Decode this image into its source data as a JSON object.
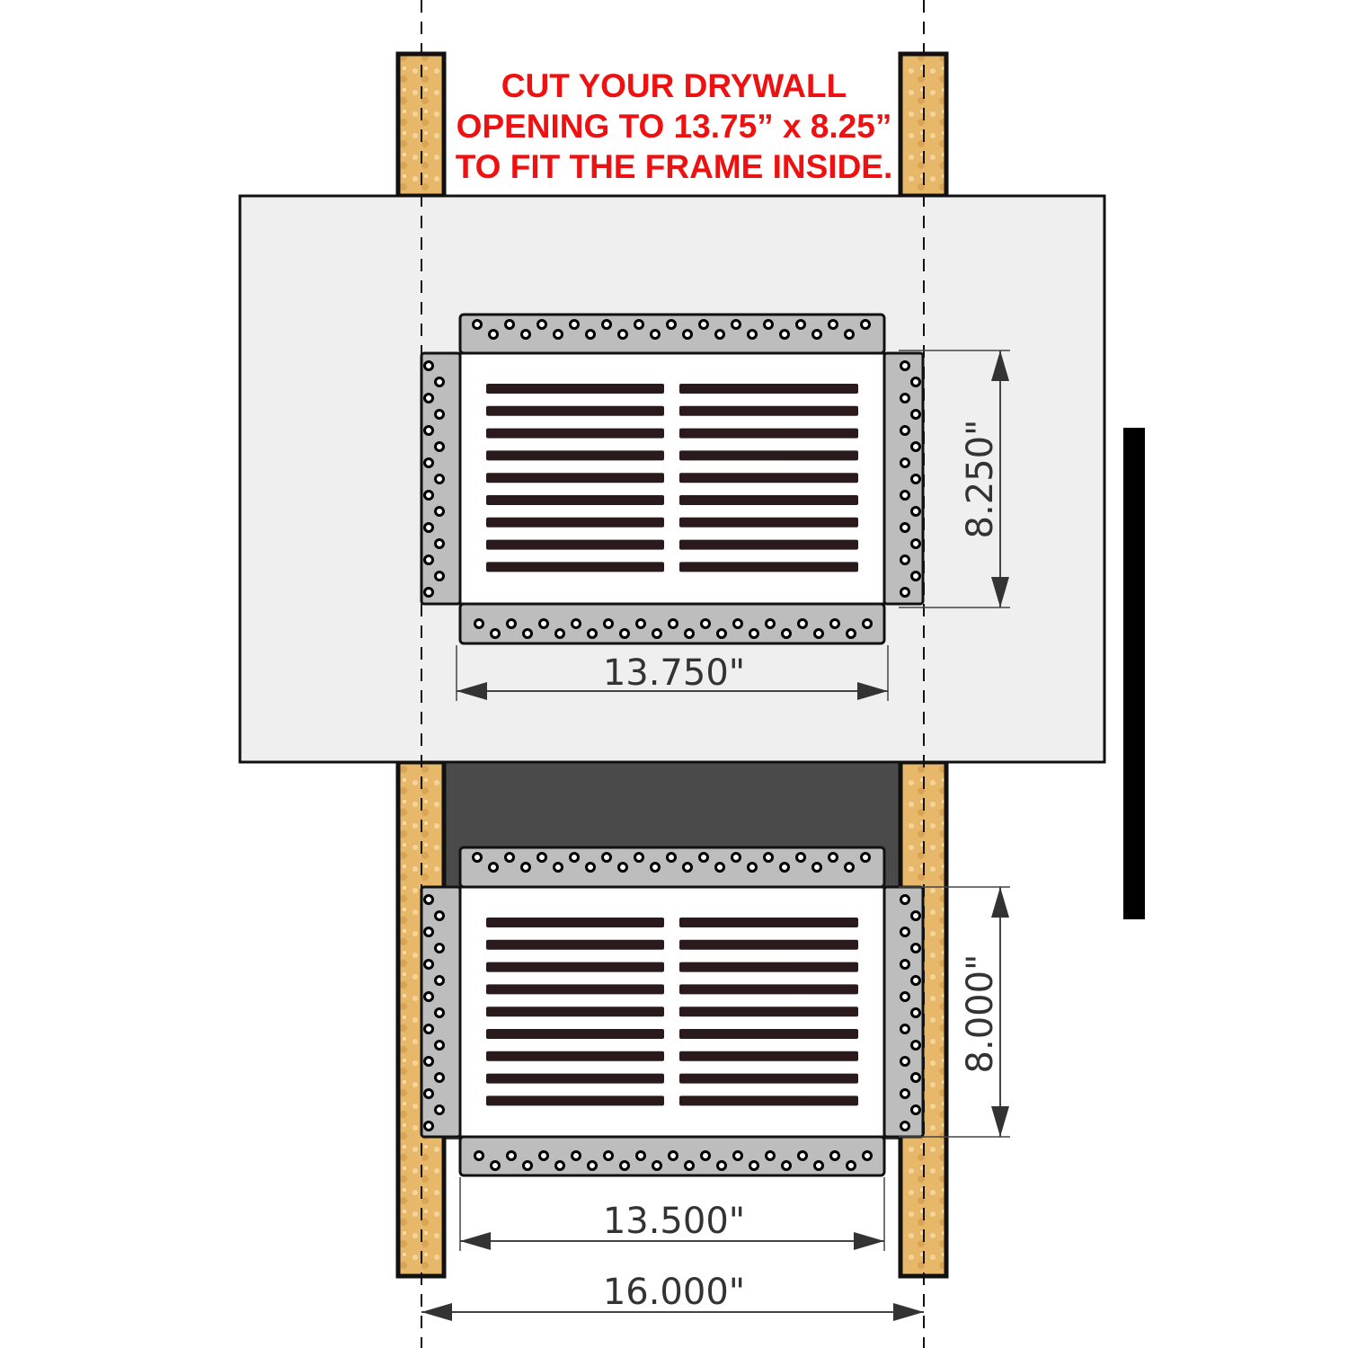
{
  "note": {
    "lines": [
      "CUT YOUR DRYWALL",
      "OPENING TO 13.75” x 8.25”",
      "TO FIT THE FRAME  INSIDE."
    ],
    "color": "#ee1111"
  },
  "dimensions": {
    "top_height": "8.250\"",
    "top_width": "13.750\"",
    "bottom_height": "8.000\"",
    "bottom_width": "13.500\"",
    "stud_spacing": "16.000\""
  },
  "colors": {
    "drywall": "#efefef",
    "stud": "#e8b86a",
    "cavity": "#4a4a4a",
    "flange": "#bdbdbd",
    "face": "#ffffff",
    "slat": "#2a1a1c"
  },
  "vents": [
    {
      "name": "top-vent",
      "slats_per_column": 9
    },
    {
      "name": "bottom-vent",
      "slats_per_column": 9
    }
  ]
}
